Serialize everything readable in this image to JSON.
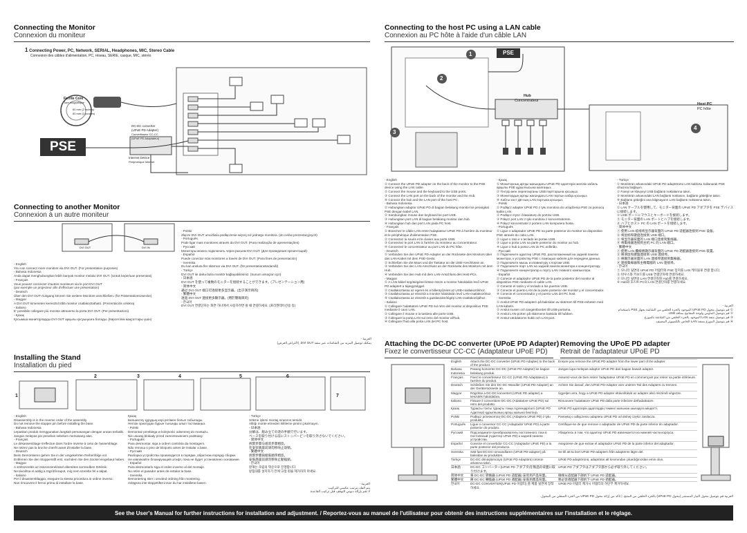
{
  "monitor": {
    "title": "Connecting the Monitor",
    "subtitle": "Connexion du moniteur",
    "step1_num": "1",
    "step1_title": "Connecting Power, PC, Network, SERIAL, Headphones, MIC, Stereo Cable",
    "step1_sub": "Connexion des câbles d'alimentation, PC, réseau, SERIE, casque, MIC, stéréo",
    "ferrite_label": "Ferrite Core",
    "ferrite_sub": "Tore magnétique",
    "cable_label": "60 mm (2 inches)",
    "cable_sub": "60 mm (2 pouces)",
    "adapter_label": "DC-DC converter",
    "adapter_label2": "(UPoE PD Adapter)",
    "adapter_sub": "Convertisseur CC-CC",
    "adapter_sub2": "(UPoE PD Adaptateur)",
    "pse_label": "PSE",
    "network_label": "Internet Device",
    "network_sub": "Périphérique Internet"
  },
  "lan": {
    "title": "Connecting to the host PC using a LAN cable",
    "subtitle": "Connexion au PC hôte à l'aide d'un câble LAN",
    "pse_label": "PSE",
    "hub_label": "Hub",
    "hub_sub": "Concentrateur",
    "host_label": "Host PC",
    "host_sub": "PC hôte",
    "num1": "1",
    "num2": "2",
    "num3": "3",
    "num4": "4"
  },
  "another": {
    "title": "Connecting to another Monitor",
    "subtitle": "Connexion à un autre moniteur",
    "port1": "DVI OUT",
    "port2": "DVI IN"
  },
  "stand": {
    "title": "Installing the Stand",
    "subtitle": "Installation du pied",
    "steps": [
      "1",
      "2",
      "3",
      "4",
      "5",
      "6",
      "7"
    ]
  },
  "dcdc": {
    "title": "Attaching the DC-DC converter (UPoE PD Adapter)",
    "subtitle": "Fixez le convertisseur CC-CC (Adaptateur UPoE PD)"
  },
  "remove": {
    "title": "Removing the UPoE PD adapter",
    "subtitle": "Retrait de l'adaptateur UPoE PD"
  },
  "footer": "See the User's Manual for further instructions for installation and adjustment. / Reportez-vous au manuel de l'utilisateur pour obtenir des instructions supplémentaires sur l'installation et le réglage.",
  "another_text": [
    {
      "lang": "- English",
      "lines": [
        "You can connect more monitors via DVI OUT. (For presentation purposes)"
      ]
    },
    {
      "lang": "- Bahasa Indonesia",
      "lines": [
        "Anda dapat menghubungkan lebih banyak monitor melalui DVI OUT. (Untuk keperluan presentasi)"
      ]
    },
    {
      "lang": "- Français",
      "lines": [
        "Vous pouvez connecter d'autres moniteurs via le port DVI OUT",
        "(par exemple un projecteur afin d'effectuer une présentation)"
      ]
    },
    {
      "lang": "- Deutsch",
      "lines": [
        "Über den DVI OUT-Ausgang können Sie weitere Monitore anschließen. (für Präsentationszwecke)"
      ]
    },
    {
      "lang": "- Magyar",
      "lines": [
        "A DVI OUT kimeneten keresztül több monitor csatlakoztatható. (Prezentációs célokra)"
      ]
    },
    {
      "lang": "- Italiano",
      "lines": [
        "E' possibile collegare più monitor attraverso la porta DVI OUT. (Per presentazioni)"
      ]
    },
    {
      "lang": "- Қазақ",
      "lines": [
        "Қосымша мониторларды DVI OUT арқылы қосуыңызға болады. (Көрсетілім мақсаттары үшін)"
      ]
    }
  ],
  "another_text2": [
    {
      "lang": "- Polski",
      "lines": [
        "Złącze DVI OUT umożliwia podłączenie więcej niż jednego monitora. (do celów prezentacyjnych)"
      ]
    },
    {
      "lang": "- Português",
      "lines": [
        "Pode ligar mais monitores através da DVI OUT. (Para realização de apresentações)"
      ]
    },
    {
      "lang": "- Русский",
      "lines": [
        "Мониторы можно подключить через разъем DVI OUT. (Для проведения презентаций)"
      ]
    },
    {
      "lang": "- Español",
      "lines": [
        "Puede conectar más monitores a través de DVI OUT. (Para fines de presentación)"
      ]
    },
    {
      "lang": "- Svenska",
      "lines": [
        "Du kan ansluta fler skärmar via DVI OUT. (för presentationsändamål)"
      ]
    },
    {
      "lang": "- Türkçe",
      "lines": [
        "DVI OUT ile daha fazla monitör bağlayabilirsiniz. (Sunum amaçları için)"
      ]
    },
    {
      "lang": "- 日本語",
      "lines": [
        "DVI OUT を使って複数のモニターを接続することができます。(プレゼンテーション用)"
      ]
    },
    {
      "lang": "- 简体中文",
      "lines": [
        "通过 DVI OUT 端口可连接更多显示器。(出于演示目的)"
      ]
    },
    {
      "lang": "- 繁體中文",
      "lines": [
        "透過 DVI OUT 連接更多顯示器。(用於簡報目的)"
      ]
    },
    {
      "lang": "- 한국어",
      "lines": [
        "DVI OUT 연결단자는 화면 하나에서 사용하려면 될 때 연결하세요. (프리젠테이션용 등)"
      ]
    }
  ],
  "another_arabic": [
    "العربية -",
    "يمكنك توصيل المزيد من الشاشات عبر منفذ DVI OUT. (لأغراض العرض)"
  ],
  "stand_text": [
    {
      "lang": "- English",
      "lines": [
        "Disassembly is in the reverse order of the assembly.",
        "Do not remove the stopper pin before installing the base."
      ]
    },
    {
      "lang": "- Bahasa Indonesia",
      "lines": [
        "Lepaskan produk menggunakan langkah pemasangan dengan urutan terbalik.",
        "Jangan melepas pin penahan sebelum memasang alas."
      ]
    },
    {
      "lang": "- Français",
      "lines": [
        "Le désassemblage s'effectue dans l'ordre inverse à celui de l'assemblage.",
        "Ne retirez pas la broche d'arrêt avant d'installer la base."
      ]
    },
    {
      "lang": "- Deutsch",
      "lines": [
        "Beim Demontieren gehen Sie in der umgekehrten Reihenfolge vor.",
        "Entfernen Sie den Stopperstift erst, nachdem Sie den Sockel eingebaut haben."
      ]
    },
    {
      "lang": "- Magyar",
      "lines": [
        "A szétszerelés az összeszereléssel ellentétes sorrendben történik.",
        "Ne távolítsa el addig a rögzítőcsapot, míg nem szerelte fel a talpat."
      ]
    },
    {
      "lang": "- Italiano",
      "lines": [
        "Per il disassemblaggio, eseguire la stessa procedura in ordine inverso.",
        "Non rimuovere il fermo prima di installare la base."
      ]
    }
  ],
  "stand_text2": [
    {
      "lang": "Қазақ",
      "lines": [
        "Бөлшектеу құрудың кері ретімен болып табылады.",
        "Негізін орнатудан бұрын тығынды алып тастамаңыз."
      ]
    },
    {
      "lang": "- Polski",
      "lines": [
        "Demontaż przebiega w kolejności odwrotnej do montażu.",
        "Nie usuwaj blokady przed zamontowaniem podstawy."
      ]
    },
    {
      "lang": "- Português",
      "lines": [
        "Para desmontar, siga a ordem contrária da montagem.",
        "Não remova o pino de bloqueio antes de instalar a base."
      ]
    },
    {
      "lang": "- Русский",
      "lines": [
        "Разборка устройства производится в порядке, обратном порядку сборки.",
        "Не извлекайте блокирующий штифт, пока не будет установлено основание."
      ]
    },
    {
      "lang": "- Español",
      "lines": [
        "Para desmontarlo siga el orden inverso al del montaje.",
        "No retire el pasador antes de instalar la base."
      ]
    },
    {
      "lang": "- Svenska",
      "lines": [
        "Demontering sker i omvänd ordning från montering.",
        "Avlägsna inte stoppstiftet innan du har installerat basen."
      ]
    }
  ],
  "stand_text3": [
    {
      "lang": "- Türkçe",
      "lines": [
        "Sökme işlemi montaj sırasının tersidir.",
        "Altlığı monte etmeden kilitleme pimini çıkarmayın."
      ]
    },
    {
      "lang": "- 日本語",
      "lines": [
        "分解は、組み立ての逆の手順で行います。",
        "ベースを取り付ける前にストッパーピンを取り外さないでください。"
      ]
    },
    {
      "lang": "- 简体中文",
      "lines": [
        "拆卸步骤与组装步骤相反。",
        "在安装底座前请勿移除止动销。"
      ]
    },
    {
      "lang": "- 繁體中文",
      "lines": [
        "拆卸步驟與組裝順序相反。",
        "安裝底座前請勿移除止動插銷。"
      ]
    },
    {
      "lang": "- 한국어",
      "lines": [
        "분해는 조립의 역순으로 진행합니다.",
        "받침대를 설치하기 전에 고정 핀을 제거하지 마세요."
      ]
    }
  ],
  "stand_arabic": [
    "العربية -",
    "يتم الفك بترتيب عكسي للتركيب.",
    "لا تقم بإزالة دبوس التوقف قبل تركيب القاعدة."
  ],
  "lan_col1": [
    {
      "lang": "- English",
      "lines": [
        "① Connect the UPoE PD adapter on the back of the monitor to the PSE",
        "   device using the LAN cable.",
        "② Connect the mouse and the keyboard to the USB ports.",
        "③ Connect the LAN port on the back of the monitor and the Hub.",
        "④ Connect the hub and the LAN port of the host PC."
      ]
    },
    {
      "lang": "- Bahasa Indonesia",
      "lines": [
        "① Hubungkan adaptor UPoE PD di bagian belakang monitor ke perangkat",
        "   PSE dengan kabel LAN.",
        "② Sambungkan mouse dan keyboard ke port USB.",
        "③ Hubungkan port LAN di bagian belakang monitor dan hub.",
        "④ Hubungkan hub dan port LAN pada PC host."
      ]
    },
    {
      "lang": "- Français",
      "lines": [
        "① Branchez le câble LAN entre l'adaptateur UPoE PD à l'arrière du moniteur",
        "   et le périphérique d'alimentation PSE.",
        "② Connectez la souris et le clavier aux ports USB.",
        "③ Connectez le port LAN à l'arrière du moniteur au concentrateur.",
        "④ Connectez le concentrateur au port LAN du PC hôte."
      ]
    },
    {
      "lang": "- Deutsch",
      "lines": [
        "① Verbinden Sie den UPoE PD-Adapter an der Rückseite des Monitors über",
        "   das LAN-Kabel mit dem PSE-Gerät.",
        "② Schließen Sie die Maus und die Tastatur an die USB-Anschlüsse an.",
        "③ Verbinden Sie den LAN-Anschluss an der Rückseite des Monitors mit dem",
        "   Hub.",
        "④ Verbinden Sie den Hub mit dem LAN-Anschluss des Host-PCs."
      ]
    },
    {
      "lang": "- Magyar",
      "lines": [
        "① A LAN-kábel segítségével kösse össze a monitor hátoldalán levő UPoE",
        "   PD adaptert a tápegységgel.",
        "② Csatlakoztassa az egeret és a billentyűzetet az USB-csatlakozókhoz.",
        "③ Csatlakoztassa az elosztót a monitor hátoldalán levő LAN-csatlakozóhoz.",
        "④ Csatlakoztassa az elosztót a gazdaszámítógép LAN-csatlakozójához."
      ]
    },
    {
      "lang": "- Italiano",
      "lines": [
        "① Collegare l'adattatore UPoE PD sul retro del monitor al dispositivo PSE",
        "   mediante il cavo LAN.",
        "② Collegare il mouse e la tastiera alle porte USB.",
        "③ Collegare la porta LAN sul retro del monitor all'hub.",
        "④ Collegare l'hub alla porta LAN del PC host."
      ]
    }
  ],
  "lan_col2": [
    {
      "lang": "- Қазақ",
      "lines": [
        "① Мониторның артқы жағындағы UPoE PD адаптерін желілік кабель",
        "   арқылы PSE құрылғысына жалғаңыз.",
        "② Тінтуір мен пернетақтаны USB порттарына қосыңыз.",
        "③ Монитордың артқы жағындағы LAN портын хабқа қосыңыз.",
        "④ Хабты хост ДК-ның LAN портына қосыңыз."
      ]
    },
    {
      "lang": "- Polski",
      "lines": [
        "① Podłącz adapter UPoE PD z tyłu monitora do urządzenia PSE za pomocą",
        "   kabla LAN.",
        "② Podłącz mysz i klawiaturę do portów USB.",
        "③ Połącz port LAN z tyłu monitora z koncentratorem.",
        "④ Połącz koncentrator z portem LAN komputera hosta."
      ]
    },
    {
      "lang": "- Português",
      "lines": [
        "① Ligue o adaptador UPoE PD na parte posterior do monitor ao dispositivo",
        "   PSE através do cabo LAN.",
        "② Ligue o rato e o teclado às portas USB.",
        "③ Ligue a porta LAN na parte posterior do monitor ao hub.",
        "④ Ligue o hub à porta LAN do PC anfitrião."
      ]
    },
    {
      "lang": "- Русский",
      "lines": [
        "① Подключите адаптер UPoE PD, расположенный на задней панели",
        "   монитора, к устройству PSE с помощью кабеля для передачи данных.",
        "② Подключите мышь и клавиатуру к портам USB.",
        "③ Подключите порт LAN на задней панели монитора к концентратору.",
        "④ Подключите концентратор к порту LAN главного компьютера."
      ]
    },
    {
      "lang": "- Español",
      "lines": [
        "① Conecte el adaptador UPoE PD de la parte posterior del monitor al",
        "   dispositivo PSE mediante el cable LAN.",
        "② Conecte el ratón y el teclado a los puertos USB.",
        "③ Conecte el puerto LAN de la parte posterior del monitor y el concentrador.",
        "④ Conecte el concentrador y el puerto LAN del PC host."
      ]
    },
    {
      "lang": "- Svenska",
      "lines": [
        "① Anslut UPoE PD-adaptern på baksidan av skärmen till PSE-enheten med",
        "   LAN-kabeln.",
        "② Anslut musen och tangentbordet till USB-portarna.",
        "③ Anslut LAN-porten på skärmens baksida till hubben.",
        "④ Anslut värddatorns hubb och LAN-port."
      ]
    }
  ],
  "lan_col3": [
    {
      "lang": "- Türkçe",
      "lines": [
        "① Monitörün arkasındaki UPoE PD adaptörünü LAN kablosu kullanarak PSE",
        "   cihazına bağlayın.",
        "② Fareyi ve klavyeyi USB bağlantı noktalarına takın.",
        "③ Monitörün arkasındaki LAN bağlantı noktasını, bağlantı göbeğine takın.",
        "④ Bağlantı göbeğini ana bilgisayarın LAN bağlantı noktasına takın."
      ]
    },
    {
      "lang": "- 日本語",
      "lines": [
        "① LAN ケーブルを使用して、モニター背面の UPoE PD アダプタを PSE デバイス",
        "   に接続します。",
        "② USB ポートにマウスとキーボードを接続します。",
        "③ モニター背面の LAN ポートとハブを接続します。",
        "④ ハブとホスト PC の LAN ポートを接続します。"
      ]
    },
    {
      "lang": "- 简体中文",
      "lines": [
        "① 使用 LAN 缆线将显示器背面的 UPoE PD 适配器连接到 PSE 设备。",
        "② 将鼠标和键盘连接到 USB 端口。",
        "③ 将显示器背面的 LAN 端口连接到集线器。",
        "④ 将集线器连接到主机 PC 的 LAN 端口。"
      ]
    },
    {
      "lang": "- 繁體中文",
      "lines": [
        "① 使用 LAN 纜線將顯示器背面的 UPoE PD 適配器連接到 PSE 裝置。",
        "② 將滑鼠和鍵盤連接到 USB 連接埠。",
        "③ 將顯示器背面的 LAN 連接埠連接到集線器。",
        "④ 連接集線器和主機電腦的 LAN 連接埠。"
      ]
    },
    {
      "lang": "- 한국어",
      "lines": [
        "① 모니터 뒷면의 UPoE PD 어댑터와 PSE 장치를 LAN 케이블로 연결 합니다.",
        "② 마우스와 키보드를 USB 연결단자에 연결하세요.",
        "③ 모니터 뒷면의 LAN 연결단자와 Hub를 연결하세요.",
        "④ Hub와 호스트 PC의 LAN 연결단자를 연결하세요."
      ]
    }
  ],
  "lan_arabic": [
    "العربية -",
    "① قم بتوصيل محول UPoE PD الموجود بالجزء الخلفي من الشاشة بجهاز PSE باستخدام كابل LAN.",
    "② قم بتوصيل الماوس ولوحة المفاتيح بمنافذ USB.",
    "③ قم بتوصيل منفذ LAN الموجود بالجزء الخلفي من الشاشة بالموزع.",
    "④ قم بتوصيل الموزع بمنفذ LAN الخاص بالكمبيوتر المضيف."
  ],
  "dcdc_table": [
    {
      "lang": "English",
      "attach": "Attach the DC-DC converter (UPoE PD Adapter) to the back of the product.",
      "remove": "Ensure you remove the UPoE PD adapter from the lower part of the adapter."
    },
    {
      "lang": "Bahasa Indonesia",
      "attach": "Pasang konverter DC-DC (UPoE PD Adapter) ke bagian belakang produk.",
      "remove": "Jangan lupa melepas adaptor UPoE PD dari bagian bawah adaptor."
    },
    {
      "lang": "Français",
      "attach": "Fixez le convertisseur CC-CC (UPoE PD Adaptateur) à l'arrière du produit.",
      "remove": "Assurez-vous de bien retirer l'adaptateur UPoE PD en commençant par retirer sa partie inférieure."
    },
    {
      "lang": "Deutsch",
      "attach": "Schließen Sie den DC-DC-Wandler (UPoE PD-Adapter) an der Geräterückseite an.",
      "remove": "Achten Sie darauf, den UPoE PD-Adapter vom unteren Teil des Adapters zu trennen."
    },
    {
      "lang": "Magyar",
      "attach": "Rögzítse a DC-DC konvertert (UPoE PD adapter) a készülék hátoldalára.",
      "remove": "Ügyeljen arra, hogy a UPoE PD adapter eltávolítását az adapter alsó részénél végezze."
    },
    {
      "lang": "Italiano",
      "attach": "Fissare il convertitore DC-DC (Adattatore UPoE PD) sul retro del prodotto.",
      "remove": "Rimuovere l'adattatore UPoE PD dalla parte inferiore dell'adattatore."
    },
    {
      "lang": "Қазақ",
      "attach": "Тұрақты токты тұрақты токқа түрлендіргішті (UPoE PD Адаптері) құрылғының артқы жағына бекітіңіз.",
      "remove": "UPoE PD адаптерін адаптердің төменгі жағынан шығаруға міндетті."
    },
    {
      "lang": "Polski",
      "attach": "Podłącz przetwornicę DC-DC (Adaptera UPoE PD) z tyłu produktu.",
      "remove": "Pamiętaj o odłączeniu adaptera UPoE PD od dolnej części zasilacza."
    },
    {
      "lang": "Português",
      "attach": "Ligue o conversor CC-CC (Adaptador UPoE PD) à parte posterior do produto.",
      "remove": "Certifique-se de que remove o adaptador de UPoE PD da parte inferior do adaptador."
    },
    {
      "lang": "Русский",
      "attach": "Подсоедините преобразователь постоянного тока в постоянный (Адаптер UPoE PD) к задней панели устройства.",
      "remove": "Убедитесь в том, что адаптер UPoE PD извлекается из нижней части корпуса."
    },
    {
      "lang": "Español",
      "attach": "Conecte el convertidor CC-CC (Adaptador UPoE PD) a la parte posterior del producto.",
      "remove": "Asegúrese de que extrae el adaptador UPoE PD de la parte inferior del adaptador."
    },
    {
      "lang": "Svenska",
      "attach": "Sätt fast DC-DC-omvandlaren (UPoE PD-adapter) på baksidan av produkten.",
      "remove": "Se till att ta bort UPoE PD-adaptern från adapterns lägre del."
    },
    {
      "lang": "Türkçe",
      "attach": "DC-DC dönüştürücüyü (UPoE PD Adaptörü) ürünün arkasına takın.",
      "remove": "UPoE PD adaptörünü, adaptörün alt kısımından çıkardığınızdan emin olun."
    },
    {
      "lang": "日本語",
      "attach": "DC-DC コンバーター(UPoE PD アダプタ)を製品の背面に取り付けます。",
      "remove": "UPoE PD アダプタはアダプタ部から必ず取り外してください。"
    },
    {
      "lang": "简体中文",
      "attach": "将 DC-DC 转换器 (UPoE PD 适配器) 安装到产品背面。",
      "remove": "确保从适配器下部拆下 UPoE PD 适配器。"
    },
    {
      "lang": "繁體中文",
      "attach": "將 DC-DC 轉換器 (UPoE PD 適配器) 安裝到產品背面。",
      "remove": "務必從適配器下部拆下 UPoE PD 適配器。"
    },
    {
      "lang": "한국어",
      "attach": "DC-DC CONVERTER(UPoE PD 어댑터) 를 제품 뒷면에 장착 하세요.",
      "remove": "UPoE PD 어댑터 제거시 어댑터의 하단부 제거하세요."
    }
  ],
  "dcdc_arabic": "العربية  قم بتوصيل محول التيار المستمر (محول UPoE PD) بالجزء الخلفي من المنتج.  |  تأكد من إزالة محول UPoE PD من الجزء السفلي من المحول."
}
